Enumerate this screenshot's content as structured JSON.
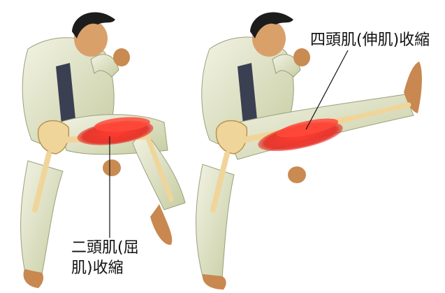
{
  "labels": {
    "extensor": "四頭肌(伸肌)收縮",
    "flexor_line1": "二頭肌(屈",
    "flexor_line2": "肌)收縮"
  },
  "colors": {
    "gi": "#e8ead2",
    "gi_shadow": "#c9cfa6",
    "skin": "#d9a06a",
    "bone": "#f0d59b",
    "muscle": "#e8322a",
    "hair": "#1c1c1c",
    "belt": "#3b3f52"
  }
}
